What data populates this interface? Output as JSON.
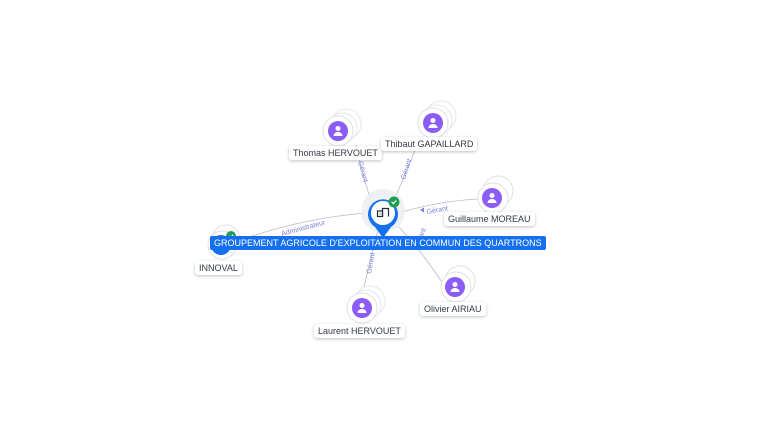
{
  "center": {
    "name": "GROUPEMENT AGRICOLE D'EXPLOITATION EN COMMUN DES QUARTRONS",
    "icon": "company-icon",
    "badge_icon": "verified-check-icon",
    "color": "#1570ef"
  },
  "persons": [
    {
      "id": "thomas",
      "name": "Thomas HERVOUET",
      "role": "Gérant",
      "icon": "person-icon"
    },
    {
      "id": "thibaut",
      "name": "Thibaut GAPAILLARD",
      "role": "Gérant",
      "icon": "person-icon"
    },
    {
      "id": "guillaume",
      "name": "Guillaume MOREAU",
      "role": "Gérant",
      "icon": "person-icon"
    },
    {
      "id": "olivier",
      "name": "Olivier AIRIAU",
      "role": "Gérant",
      "icon": "person-icon"
    },
    {
      "id": "laurent",
      "name": "Laurent HERVOUET",
      "role": "Gérant",
      "icon": "person-icon"
    }
  ],
  "companies": [
    {
      "id": "innoval",
      "name": "INNOVAL",
      "role": "Administrateur",
      "icon": "company-icon",
      "badge_icon": "verified-check-icon"
    }
  ],
  "colors": {
    "person": "#8b5cf6",
    "company": "#1570ef",
    "edge": "#9aa0b0",
    "edge_label": "#7b7fd8",
    "badge": "#1f9d55"
  }
}
